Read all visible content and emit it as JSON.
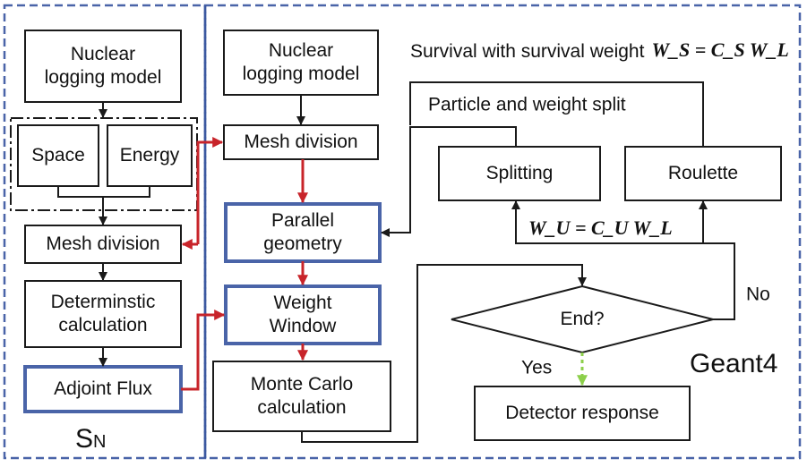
{
  "sn": {
    "nuclear_logging_model": "Nuclear\nlogging model",
    "space": "Space",
    "energy": "Energy",
    "mesh_division": "Mesh division",
    "deterministic_calculation": "Determinstic\ncalculation",
    "adjoint_flux": "Adjoint Flux",
    "section_label_main": "S",
    "section_label_sub": "N"
  },
  "geant4": {
    "nuclear_logging_model": "Nuclear\nlogging model",
    "mesh_division": "Mesh division",
    "parallel_geometry": "Parallel\ngeometry",
    "weight_window": "Weight\nWindow",
    "monte_carlo": "Monte Carlo\ncalculation",
    "splitting": "Splitting",
    "roulette": "Roulette",
    "end_decision": "End?",
    "detector_response": "Detector response",
    "survival_text": "Survival with survival weight",
    "survival_formula": "W_S = C_S W_L",
    "split_text": "Particle and weight split",
    "wu_formula": "W_U = C_U W_L",
    "no_label": "No",
    "yes_label": "Yes",
    "section_label": "Geant4"
  }
}
